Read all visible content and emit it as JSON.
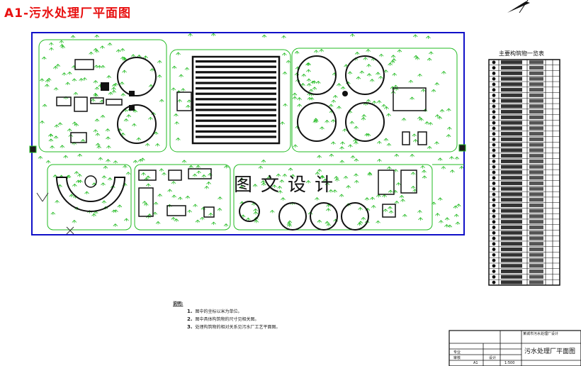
{
  "title": "A1-污水处理厂平面图",
  "watermark": "图文设计",
  "structure_table": {
    "title": "主要构筑物一览表",
    "row_count": 41
  },
  "notes": {
    "heading": "说明:",
    "items": [
      {
        "num": "1.",
        "text": "图中的坐标以米为单位。"
      },
      {
        "num": "2.",
        "text": "图中具体构筑物的尺寸见相关图。"
      },
      {
        "num": "3.",
        "text": "处理构筑物的相对关系见污水厂工艺平面图。"
      }
    ]
  },
  "title_block": {
    "drawing_name": "污水处理厂平面图",
    "project": "某城市污水处理厂设计",
    "scale": "1:500",
    "size": "A1",
    "labels": {
      "design": "设计",
      "check": "审核",
      "proj": "专业"
    }
  },
  "colors": {
    "title": "#e81010",
    "boundary": "#1010c8",
    "roads": "#22bb22",
    "vegetation": "#22bb22",
    "structures": "#111111"
  }
}
